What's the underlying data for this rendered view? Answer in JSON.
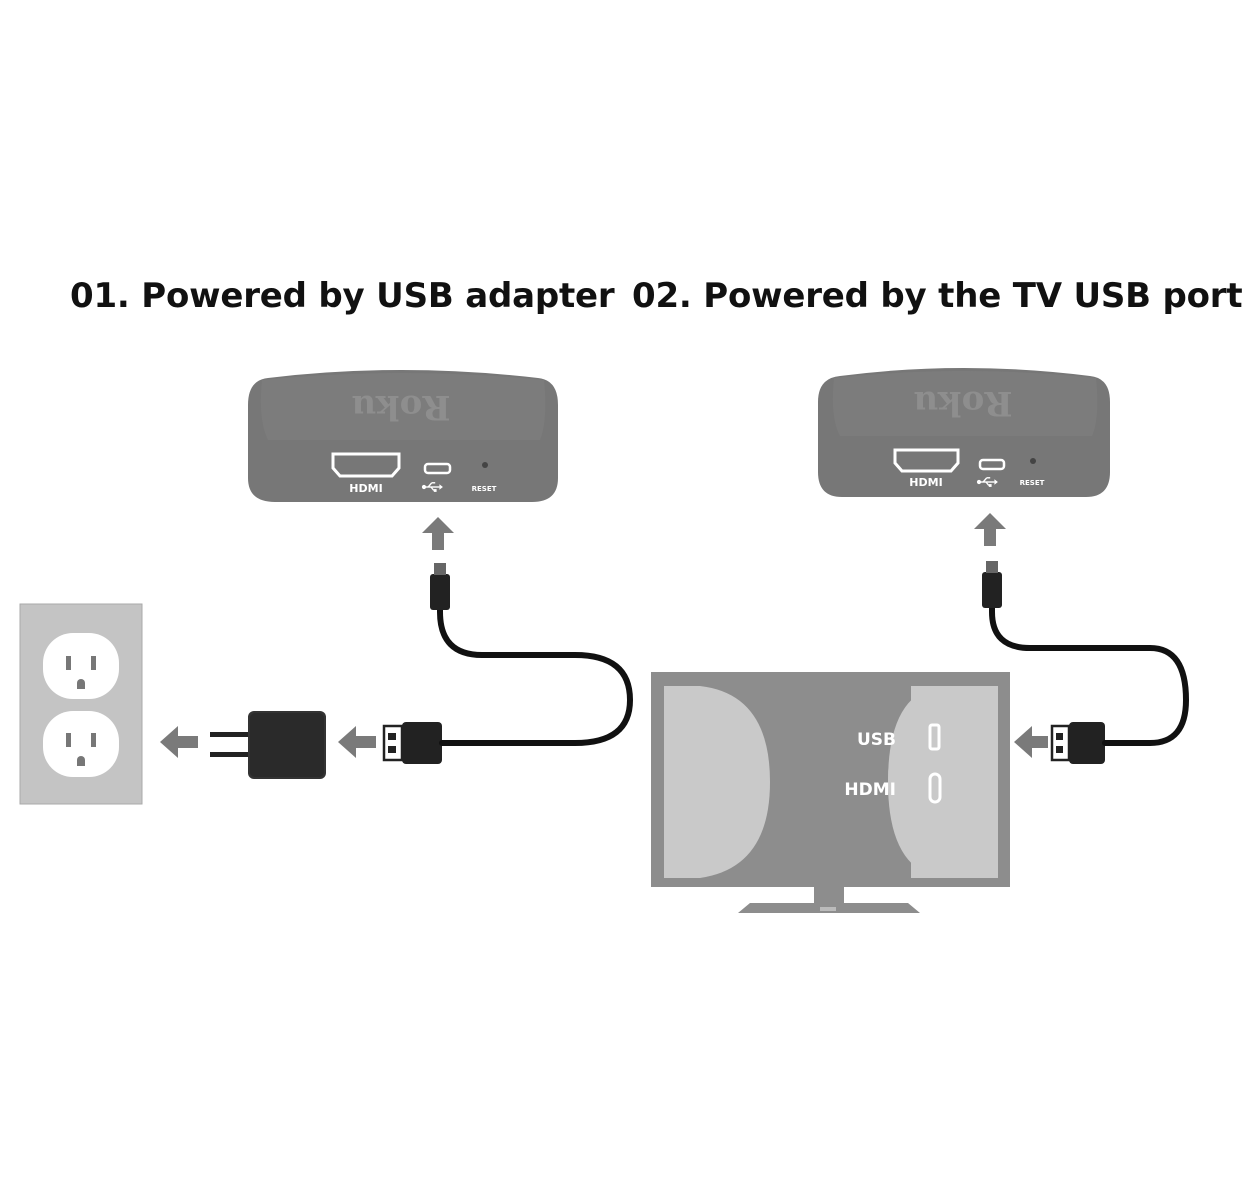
{
  "headings": {
    "option1": "01. Powered by USB adapter",
    "option2": "02. Powered by the TV USB port"
  },
  "device": {
    "logo": "Roku",
    "port_hdmi": "HDMI",
    "port_reset": "RESET"
  },
  "tv": {
    "port_usb": "USB",
    "port_hdmi": "HDMI"
  },
  "colors": {
    "device_gray": "#777777",
    "tv_dark": "#8d8d8d",
    "tv_light": "#c9c9c9",
    "outlet_plate": "#c4c4c4",
    "arrow_gray": "#7a7a7a",
    "cable_black": "#111111"
  },
  "icons": {
    "usb": "usb-trident-icon",
    "arrow": "arrow-icon",
    "outlet": "wall-outlet-icon"
  }
}
